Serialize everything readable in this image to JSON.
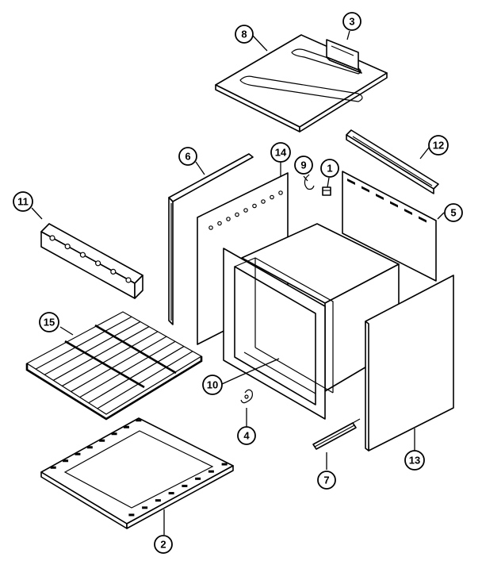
{
  "callouts": [
    {
      "id": "c1",
      "label": "1"
    },
    {
      "id": "c2",
      "label": "2"
    },
    {
      "id": "c3",
      "label": "3"
    },
    {
      "id": "c4",
      "label": "4"
    },
    {
      "id": "c5",
      "label": "5"
    },
    {
      "id": "c6",
      "label": "6"
    },
    {
      "id": "c7",
      "label": "7"
    },
    {
      "id": "c8",
      "label": "8"
    },
    {
      "id": "c9",
      "label": "9"
    },
    {
      "id": "c10",
      "label": "10"
    },
    {
      "id": "c11",
      "label": "11"
    },
    {
      "id": "c12",
      "label": "12"
    },
    {
      "id": "c13",
      "label": "13"
    },
    {
      "id": "c14",
      "label": "14"
    },
    {
      "id": "c15",
      "label": "15"
    }
  ],
  "colors": {
    "line": "#000000",
    "background": "#ffffff"
  }
}
